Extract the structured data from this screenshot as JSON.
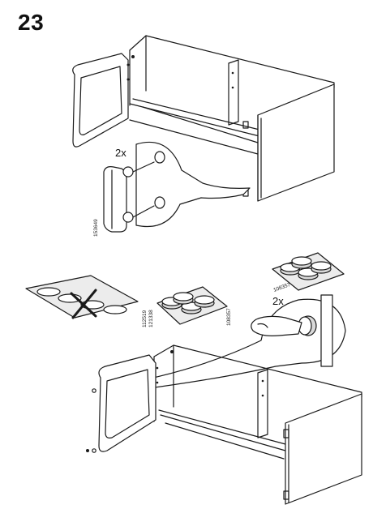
{
  "step": {
    "number": "23"
  },
  "top_callout": {
    "quantity": "2x",
    "part_number": "153649"
  },
  "bottom_callout": {
    "quantity": "2x",
    "part_number": "108357"
  },
  "wrong_part": {
    "part_numbers": [
      "112519",
      "121338"
    ]
  },
  "right_part": {
    "part_number": "108357"
  }
}
